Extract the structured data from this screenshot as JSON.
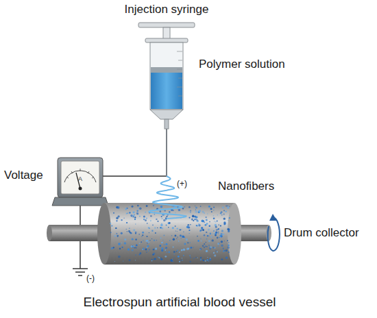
{
  "diagram": {
    "caption": "Electrospun artificial blood vessel",
    "labels": [
      "Injection syringe",
      "Polymer solution",
      "(+)",
      "Voltage",
      "A",
      "Nanofibers",
      "Drum collector",
      "(-)"
    ]
  }
}
